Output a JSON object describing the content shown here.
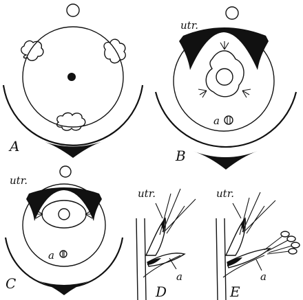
{
  "panels": {
    "A": {
      "letter": "A"
    },
    "B": {
      "letter": "B",
      "utr": "utr.",
      "a": "a"
    },
    "C": {
      "letter": "C",
      "utr": "utr.",
      "a": "a"
    },
    "D": {
      "letter": "D",
      "utr": "utr.",
      "a": "a"
    },
    "E": {
      "letter": "E",
      "utr": "utr.",
      "a": "a"
    }
  }
}
